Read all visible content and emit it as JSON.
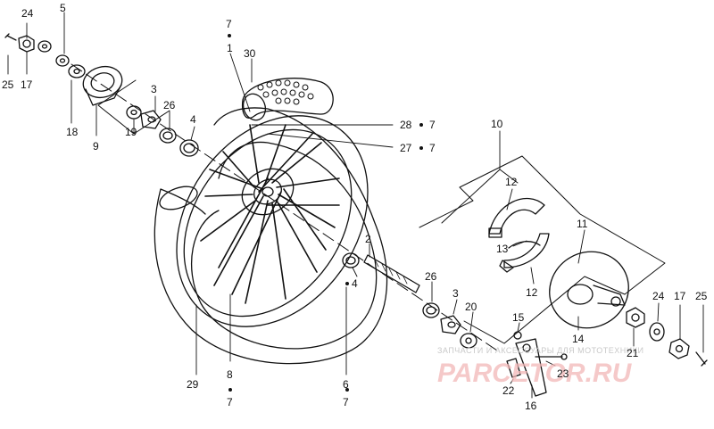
{
  "labels": {
    "l24a": "24",
    "l5a": "5",
    "l25a": "25",
    "l17a": "17",
    "l18": "18",
    "l9": "9",
    "l7a": "7",
    "l1": "1",
    "l30": "30",
    "l3a": "3",
    "l26a": "26",
    "l19": "19",
    "l4a": "4",
    "l28": "28",
    "l7b": "7",
    "l27": "27",
    "l7c": "7",
    "l10": "10",
    "l12a": "12",
    "l11": "11",
    "l13": "13",
    "l12b": "12",
    "l2": "2",
    "l4b": "4",
    "l26b": "26",
    "l3b": "3",
    "l20": "20",
    "l24b": "24",
    "l17b": "17",
    "l25b": "25",
    "l15": "15",
    "l14": "14",
    "l21": "21",
    "l23": "23",
    "l22": "22",
    "l16": "16",
    "l29": "29",
    "l8": "8",
    "l7d": "7",
    "l6": "6",
    "l7e": "7"
  },
  "watermark": {
    "line1": "ЗАПЧАСТИ И АКСЕССУАРЫ ДЛЯ МОТОТЕХНИКИ",
    "line2": "PARCETOR.RU"
  },
  "colors": {
    "ink": "#111111",
    "watermark": "#f2b8b8"
  }
}
